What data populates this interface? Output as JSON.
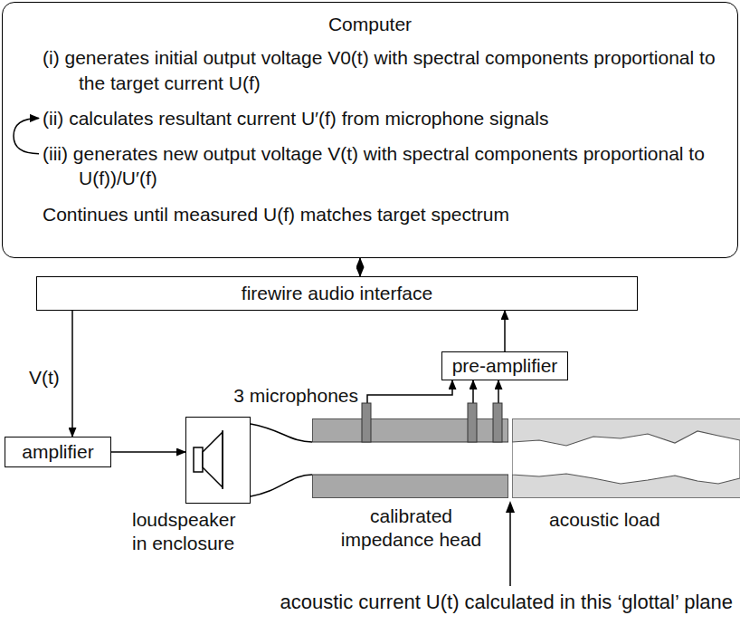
{
  "diagram": {
    "nodes": [
      {
        "text": [
          "Computer",
          "(i) generates initial output voltage V0(t) with spectral components proportional to the target current U(f)",
          "(ii) calculates resultant current U′(f) from microphone signals",
          "(iii) generates new output voltage V(t) with spectral components proportional to U(f))/U′(f)",
          "Continues until measured U(f) matches target spectrum"
        ]
      },
      {
        "text": [
          "firewire audio interface"
        ]
      },
      {
        "text": [
          "pre-amplifier"
        ]
      },
      {
        "text": [
          "amplifier"
        ]
      },
      {
        "text": [
          "loudspeaker in enclosure"
        ]
      },
      {
        "text": [
          "calibrated impedance head"
        ]
      },
      {
        "text": [
          "acoustic load"
        ]
      }
    ],
    "edges": [
      {
        "from": 0,
        "to": 1,
        "arrow": "both"
      },
      {
        "from": 1,
        "to": 3,
        "arrow": "to"
      },
      {
        "from": 2,
        "to": 1,
        "arrow": "to"
      },
      {
        "from": 5,
        "to": 2,
        "arrow": "to"
      },
      {
        "from": 5,
        "to": 2,
        "arrow": "to"
      },
      {
        "from": 5,
        "to": 2,
        "arrow": "to"
      },
      {
        "from": 3,
        "to": 4,
        "arrow": "to"
      },
      {
        "from": 4,
        "to": 5,
        "arrow": "none"
      }
    ],
    "labels": [
      "V(t)",
      "3 microphones",
      "acoustic current U(t) calculated in this ‘glottal’ plane"
    ]
  }
}
